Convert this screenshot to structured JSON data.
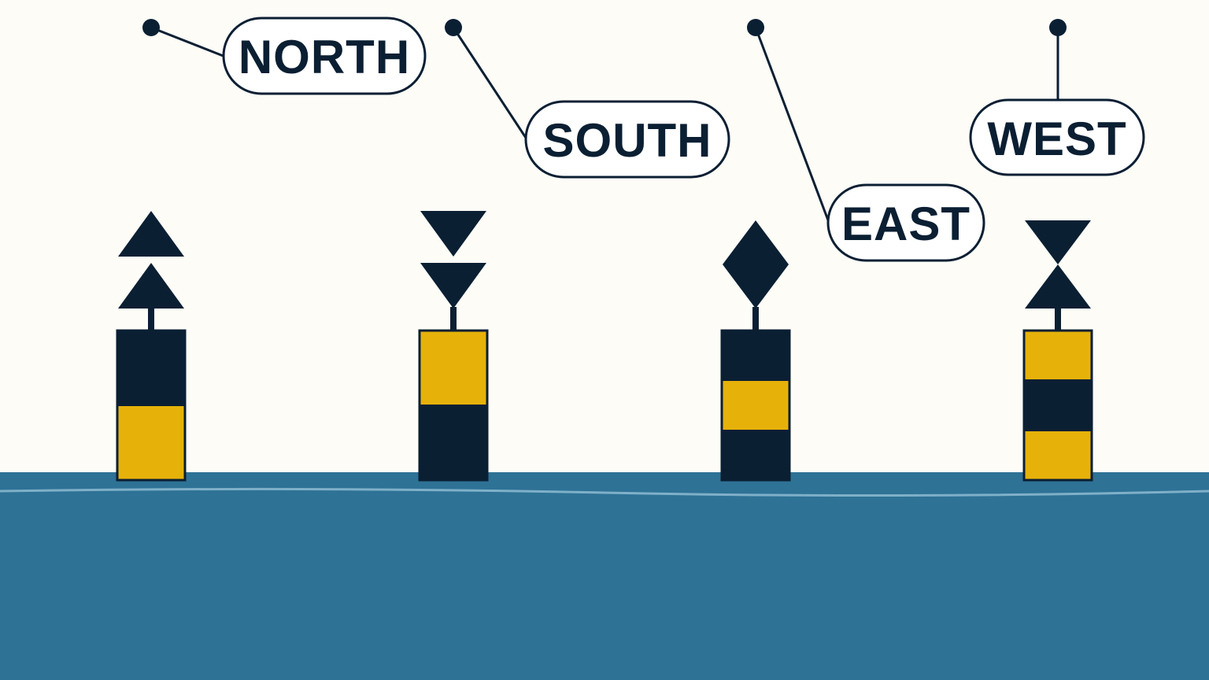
{
  "colors": {
    "background": "#fdfcf7",
    "navy": "#0b1f33",
    "yellow": "#e6b20a",
    "sea": "#2e7296",
    "waterline": "#7fb0c8",
    "label_fill": "#ffffff"
  },
  "buoys": [
    {
      "label": "NORTH",
      "topmark": "two cones pointing up",
      "bands_top_to_bottom": [
        "black",
        "yellow"
      ]
    },
    {
      "label": "SOUTH",
      "topmark": "two cones pointing down",
      "bands_top_to_bottom": [
        "yellow",
        "black"
      ]
    },
    {
      "label": "EAST",
      "topmark": "two cones base to base (diamond)",
      "bands_top_to_bottom": [
        "black",
        "yellow",
        "black"
      ]
    },
    {
      "label": "WEST",
      "topmark": "two cones point to point (hourglass)",
      "bands_top_to_bottom": [
        "yellow",
        "black",
        "yellow"
      ]
    }
  ]
}
